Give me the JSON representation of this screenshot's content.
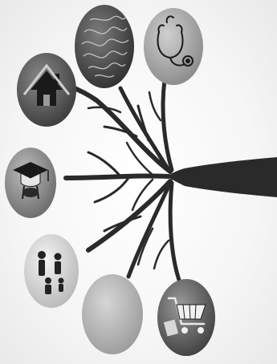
{
  "diagram": {
    "trunk_color": "#2a2a2a",
    "leaves": [
      {
        "id": "house",
        "icon": "house-icon",
        "fill": "#6b6b6b"
      },
      {
        "id": "money",
        "icon": "money-pattern-icon",
        "fill": "#5a5a5a"
      },
      {
        "id": "stethoscope",
        "icon": "stethoscope-icon",
        "fill": "#a9a9a9"
      },
      {
        "id": "graduation",
        "icon": "graduation-cap-icon",
        "fill": "#8f8f8f"
      },
      {
        "id": "family",
        "icon": "family-icon",
        "fill": "#d4d4d4"
      },
      {
        "id": "blank",
        "icon": "blank-circle",
        "fill": "#b5b5b5"
      },
      {
        "id": "shopping",
        "icon": "shopping-cart-icon",
        "fill": "#6a6a6a"
      }
    ]
  }
}
